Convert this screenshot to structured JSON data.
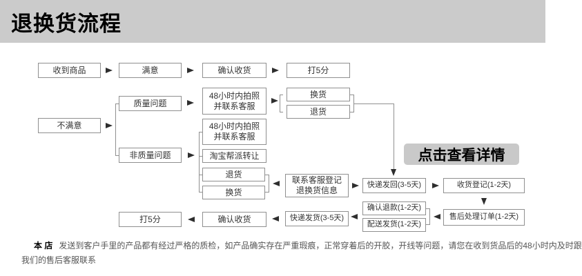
{
  "header": {
    "title": "退换货流程"
  },
  "cta": {
    "label": "点击查看详情"
  },
  "flow": {
    "received": "收到商品",
    "satisfied": "满意",
    "confirm_receipt_top": "确认收货",
    "rate5_top": "打5分",
    "unsatisfied": "不满意",
    "quality_issue": "质量问题",
    "non_quality_issue": "非质量问题",
    "photo48_quality": "48小时内拍照\n并联系客服",
    "photo48_nonquality": "48小时内拍照\n并联系客服",
    "exchange_quality": "换货",
    "return_quality": "退货",
    "taobao_transfer": "淘宝帮派转让",
    "return_nonquality": "退货",
    "exchange_nonquality": "换货",
    "contact_cs": "联系客服登记\n退换货信息",
    "express_back": "快递发回(3-5天)",
    "receipt_register": "收货登记(1-2天)",
    "aftersales_order": "售后处理订单(1-2天)",
    "confirm_refund": "确认退款(1-2天)",
    "dispatch_goods": "配送发货(1-2天)",
    "express_send": "快递发货(3-5天)",
    "confirm_receipt_bottom": "确认收货",
    "rate5_bottom": "打5分"
  },
  "note": {
    "prefix": "本 店",
    "line1": "发送到客户手里的产品都有经过严格的质检，如产品确实存在严重瑕痕，正常穿着后的开胶，开线等问题，请您在收到货品后的48小时内及时跟",
    "line2": "我们的售后客服联系"
  },
  "colors": {
    "header_bg": "#cbcbcb",
    "cta_bg": "#c9c9c9",
    "box_border": "#8f8f8f",
    "arrow": "#2e2e2e",
    "note_text": "#555555"
  }
}
